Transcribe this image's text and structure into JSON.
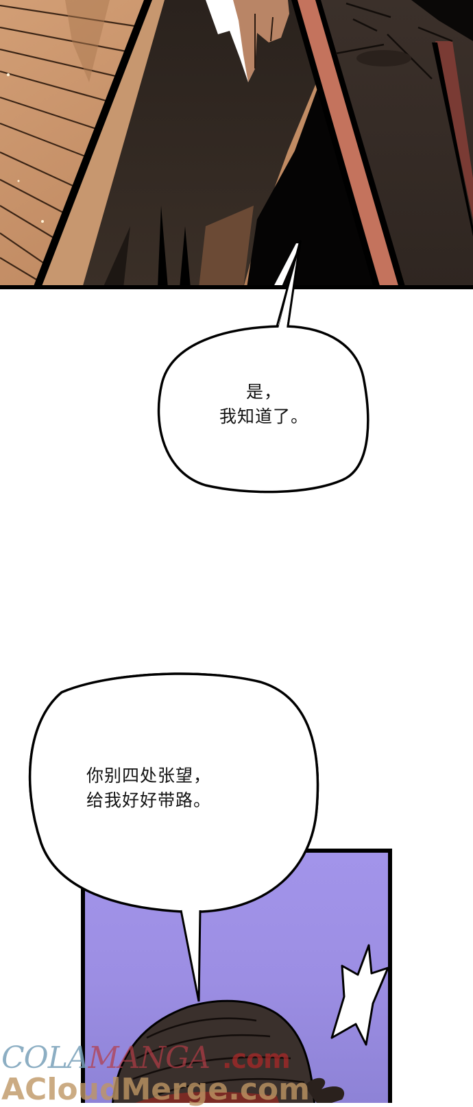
{
  "comic": {
    "panels": [
      {
        "id": "panel-1",
        "description": "Low-angle view of a figure in a dark brown robe with red trim, hand hanging down, wooden plank wall in background",
        "colors": {
          "wood": "#c9936a",
          "wood_dark": "#8a5a3c",
          "robe": "#3a2e28",
          "robe_shadow": "#1e1915",
          "trim": "#c4735d",
          "outline": "#000000"
        }
      },
      {
        "id": "panel-2",
        "description": "Top of a character's head with dark hair on a lavender background, with a white shock burst mark",
        "colors": {
          "background": "#a294ea",
          "hair": "#3a302c",
          "outline": "#000000"
        }
      }
    ],
    "bubbles": [
      {
        "id": "bubble-1",
        "lines": [
          "是，",
          "我知道了。"
        ]
      },
      {
        "id": "bubble-2",
        "lines": [
          "你别四处张望，",
          "给我好好带路。"
        ]
      }
    ]
  },
  "watermark": {
    "line1_part1": "COLA",
    "line1_part2": "MANGA",
    "line1_part3": ".com",
    "line2": "ACloudMerge.com"
  }
}
